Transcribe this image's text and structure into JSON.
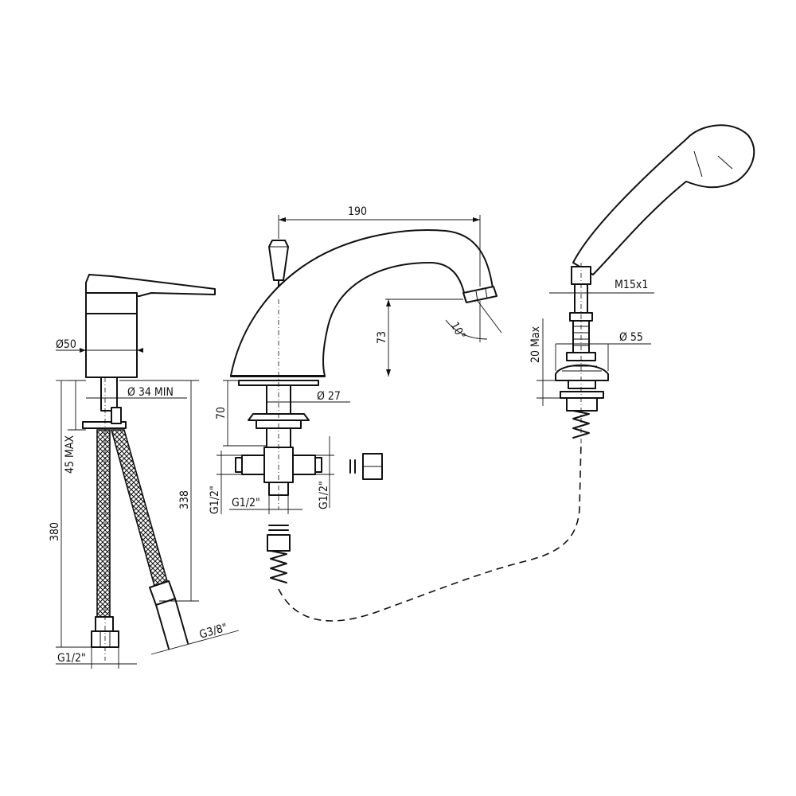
{
  "dimensions": {
    "spout_reach": "190",
    "spout_height": "73",
    "spout_angle": "10°",
    "diameter_27": "Ø 27",
    "height_70": "70",
    "g12_left_vert": "G1/2\"",
    "g12_bottom": "G1/2\"",
    "g12_right_vert": "G1/2\"",
    "mixer_diameter": "Ø50",
    "hole_min": "Ø 34 MIN",
    "deck_max": "45 MAX",
    "total_height": "380",
    "hose_length": "338",
    "hose_thread": "G3/8\"",
    "inlet_thread": "G1/2\"",
    "shower_thread": "M15x1",
    "shower_flange": "Ø 55",
    "shower_max": "20 Max"
  }
}
